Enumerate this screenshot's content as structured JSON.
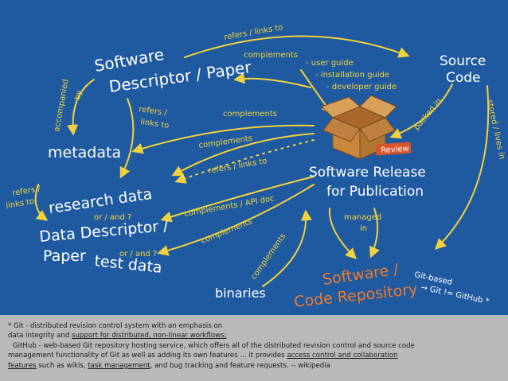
{
  "diagram": {
    "nodes": {
      "software_descriptor_line1": "Software",
      "software_descriptor_line2": "Descriptor / Paper",
      "source_code_line1": "Source",
      "source_code_line2": "Code",
      "metadata": "metadata",
      "research_data": "research data",
      "data_descriptor_line1": "Data Descriptor /",
      "data_descriptor_line2": "Paper",
      "test_data": "test data",
      "software_release_line1": "Software Release",
      "software_release_line2": "for Publication",
      "software_repo_line1": "Software /",
      "software_repo_line2": "Code Repository",
      "binaries": "binaries",
      "review_badge": "Review"
    },
    "labels": {
      "refers_links_top": "refers / links to",
      "complements_top": "complements",
      "guide_user": "- user guide",
      "guide_install": "- installation guide",
      "guide_dev": "- developer guide",
      "accompanied_line1": "accompanied",
      "accompanied_line2": "by",
      "refers_mid_line1": "refers /",
      "refers_mid_line2": "links to",
      "complements_mid1": "complements",
      "complements_mid2": "complements",
      "refers_links_mid": "refers / links to",
      "packed_in": "packed in",
      "stored_lives_in": "stored / lives in",
      "refers_left_line1": "refers /",
      "refers_left_line2": "links to",
      "or_and_1": "or / and ?",
      "or_and_2": "or / and ?",
      "complements_api": "complements / API doc",
      "complements_low": "complements",
      "complements_diag": "complements",
      "managed_line1": "managed",
      "managed_line2": "in",
      "git_based": "Git-based",
      "git_not_github": "→ Git != GitHub *"
    },
    "footnote": {
      "line1": "* Git - distributed revision control system with an emphasis on",
      "line2_a": "data integrity and ",
      "line2_link": "support for distributed, non-linear workflows;",
      "line3": "GitHub - web-based Git repository hosting service, which offers all of the distributed revision control and source code",
      "line4_a": "management functionality of Git as well as adding its own features ... it provides ",
      "line4_link": "access control and collaboration",
      "line5_link1": "features",
      "line5_a": " such as wikis, ",
      "line5_link2": "task management",
      "line5_b": ", and bug tracking and feature requests. -- wikipedia"
    }
  },
  "colors": {
    "background": "#1f5aa0",
    "node_text": "#ffffff",
    "label_text": "#f2d23c",
    "arrow": "#f2d23c",
    "repository_text": "#f07a2c",
    "box": "#c8873b",
    "badge": "#d9542b",
    "footnote_bg": "#b9b9b9"
  }
}
